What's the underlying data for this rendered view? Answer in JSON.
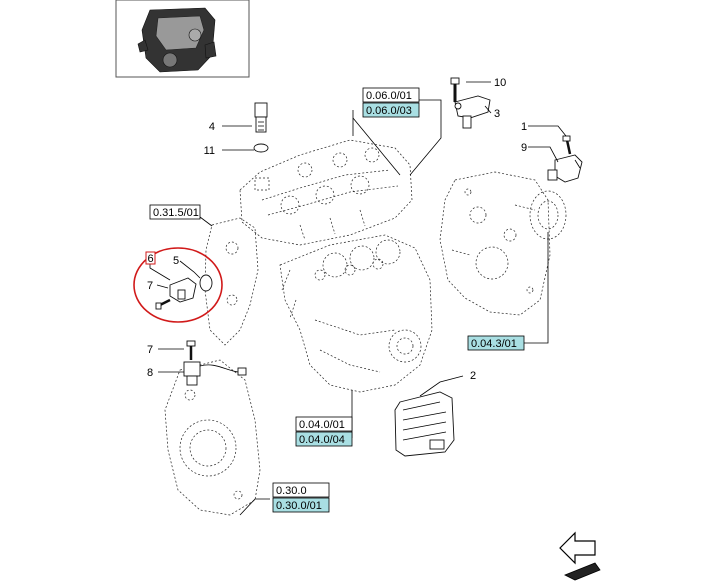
{
  "callouts": {
    "c1": "1",
    "c2": "2",
    "c3": "3",
    "c4": "4",
    "c5": "5",
    "c6": "6",
    "c7a": "7",
    "c7b": "7",
    "c8": "8",
    "c9": "9",
    "c10": "10",
    "c11": "11"
  },
  "refs": {
    "r1_top": "0.06.0/01",
    "r1_bottom": "0.06.0/03",
    "r2": "0.31.5/01",
    "r3": "0.04.3/01",
    "r4_top": "0.04.0/01",
    "r4_bottom": "0.04.0/04",
    "r5_top": "0.30.0",
    "r5_bottom": "0.30.0/01"
  },
  "colors": {
    "ref_highlight": "#a9dfe3",
    "circle_mark": "#d11a1a"
  }
}
